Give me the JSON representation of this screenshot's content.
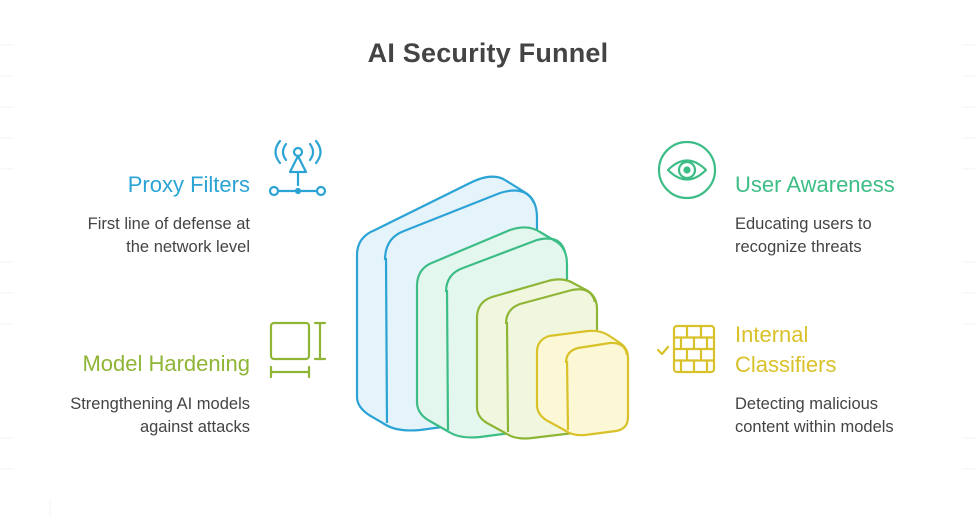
{
  "title": "AI Security Funnel",
  "colors": {
    "proxy": "#2ba3d4",
    "awareness": "#3dbd86",
    "hardening": "#8fb536",
    "classifiers": "#d9c12a",
    "text": "#444444"
  },
  "items": [
    {
      "heading": "Proxy Filters",
      "description_lines": [
        "First line of defense at",
        "the network level"
      ],
      "icon": "antenna-network-icon"
    },
    {
      "heading": "User Awareness",
      "description_lines": [
        "Educating users to",
        "recognize threats"
      ],
      "icon": "eye-icon"
    },
    {
      "heading": "Model Hardening",
      "description_lines": [
        "Strengthening AI models",
        "against attacks"
      ],
      "icon": "measure-box-icon"
    },
    {
      "heading_lines": [
        "Internal",
        "Classifiers"
      ],
      "description_lines": [
        "Detecting malicious",
        "content within models"
      ],
      "icon": "firewall-icon"
    }
  ],
  "funnel_layers": [
    "proxy",
    "awareness",
    "hardening",
    "classifiers"
  ]
}
